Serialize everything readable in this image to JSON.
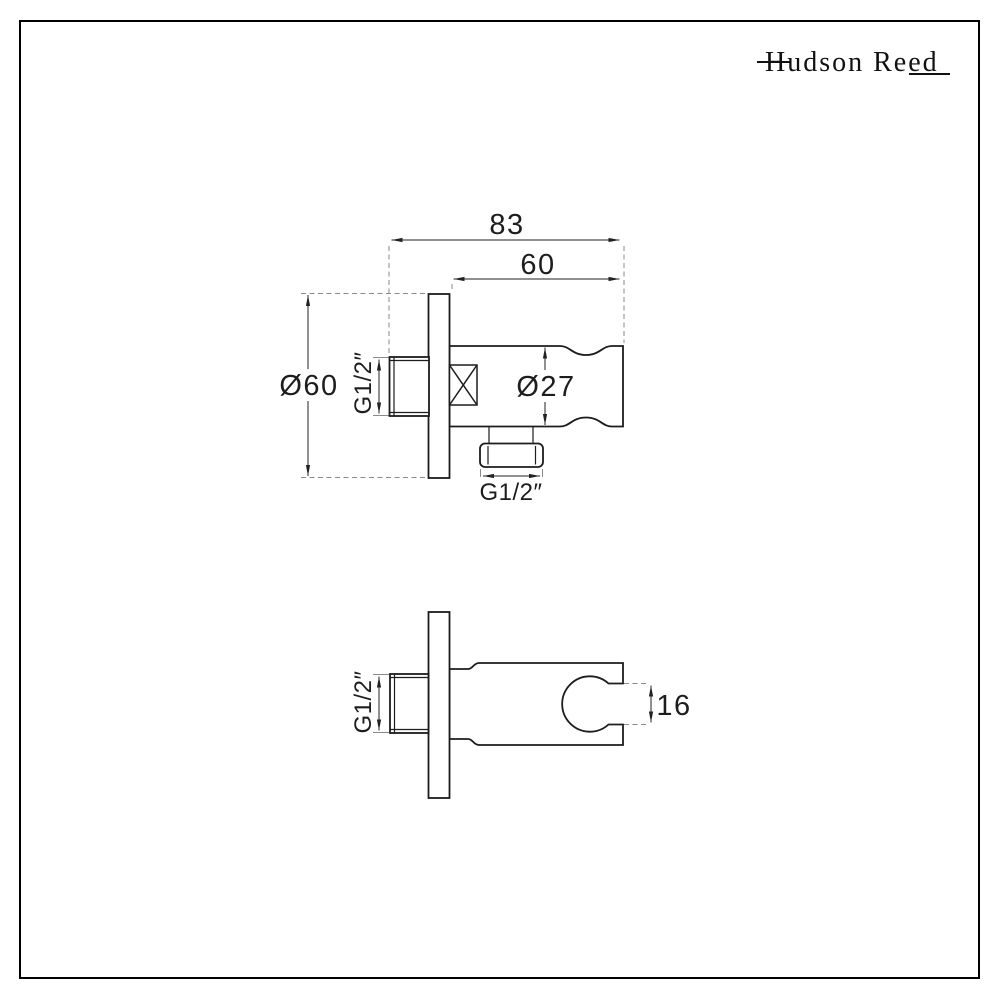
{
  "brand": {
    "name": "Hudson Reed"
  },
  "side_view": {
    "dim_overall_projection": "83",
    "dim_body_projection": "60",
    "dim_flange_diameter": "Ø60",
    "dim_inlet_thread": "G1/2″",
    "dim_holder_diameter": "Ø27",
    "dim_outlet_thread": "G1/2″"
  },
  "plan_view": {
    "dim_inlet_thread": "G1/2″",
    "dim_cradle_gap": "16"
  },
  "colors": {
    "outline": "#1c1c1c",
    "dimension": "#222222",
    "extension_line": "#8a8a8a",
    "background": "#ffffff",
    "border": "#000000"
  }
}
